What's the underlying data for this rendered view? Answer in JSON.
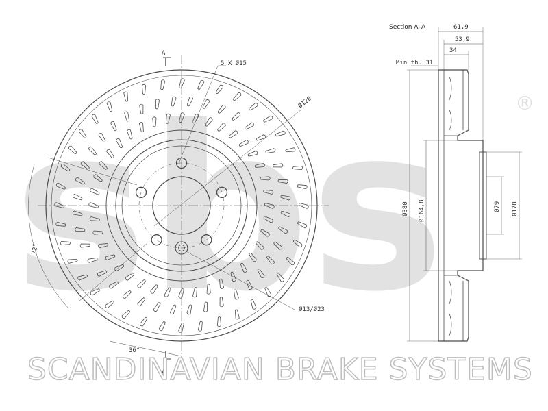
{
  "watermark": {
    "logo_letters": "sbs",
    "registered_mark": "®",
    "company": "SCANDINAVIAN BRAKE SYSTEMS"
  },
  "front_view": {
    "section_marker_top": "A",
    "section_marker_bottom": "A",
    "bolt_holes_label": "5 X Ø15",
    "pcd_label": "Ø120",
    "center_hole_label": "Ø13/Ø23",
    "angle_label": "72°",
    "chord_label": "36°"
  },
  "section_view": {
    "title": "Section A–A",
    "overall_width": "61,9",
    "hat_width": "53,9",
    "thickness": "34",
    "min_thickness": "Min th. 31",
    "outer_diameter": "Ø380",
    "hat_diameter": "Ø164,8",
    "bore_diameter": "Ø79",
    "hub_diameter": "Ø178"
  },
  "colors": {
    "line": "#4a4a4a",
    "watermark": "#e2e2e2",
    "background": "#ffffff"
  }
}
